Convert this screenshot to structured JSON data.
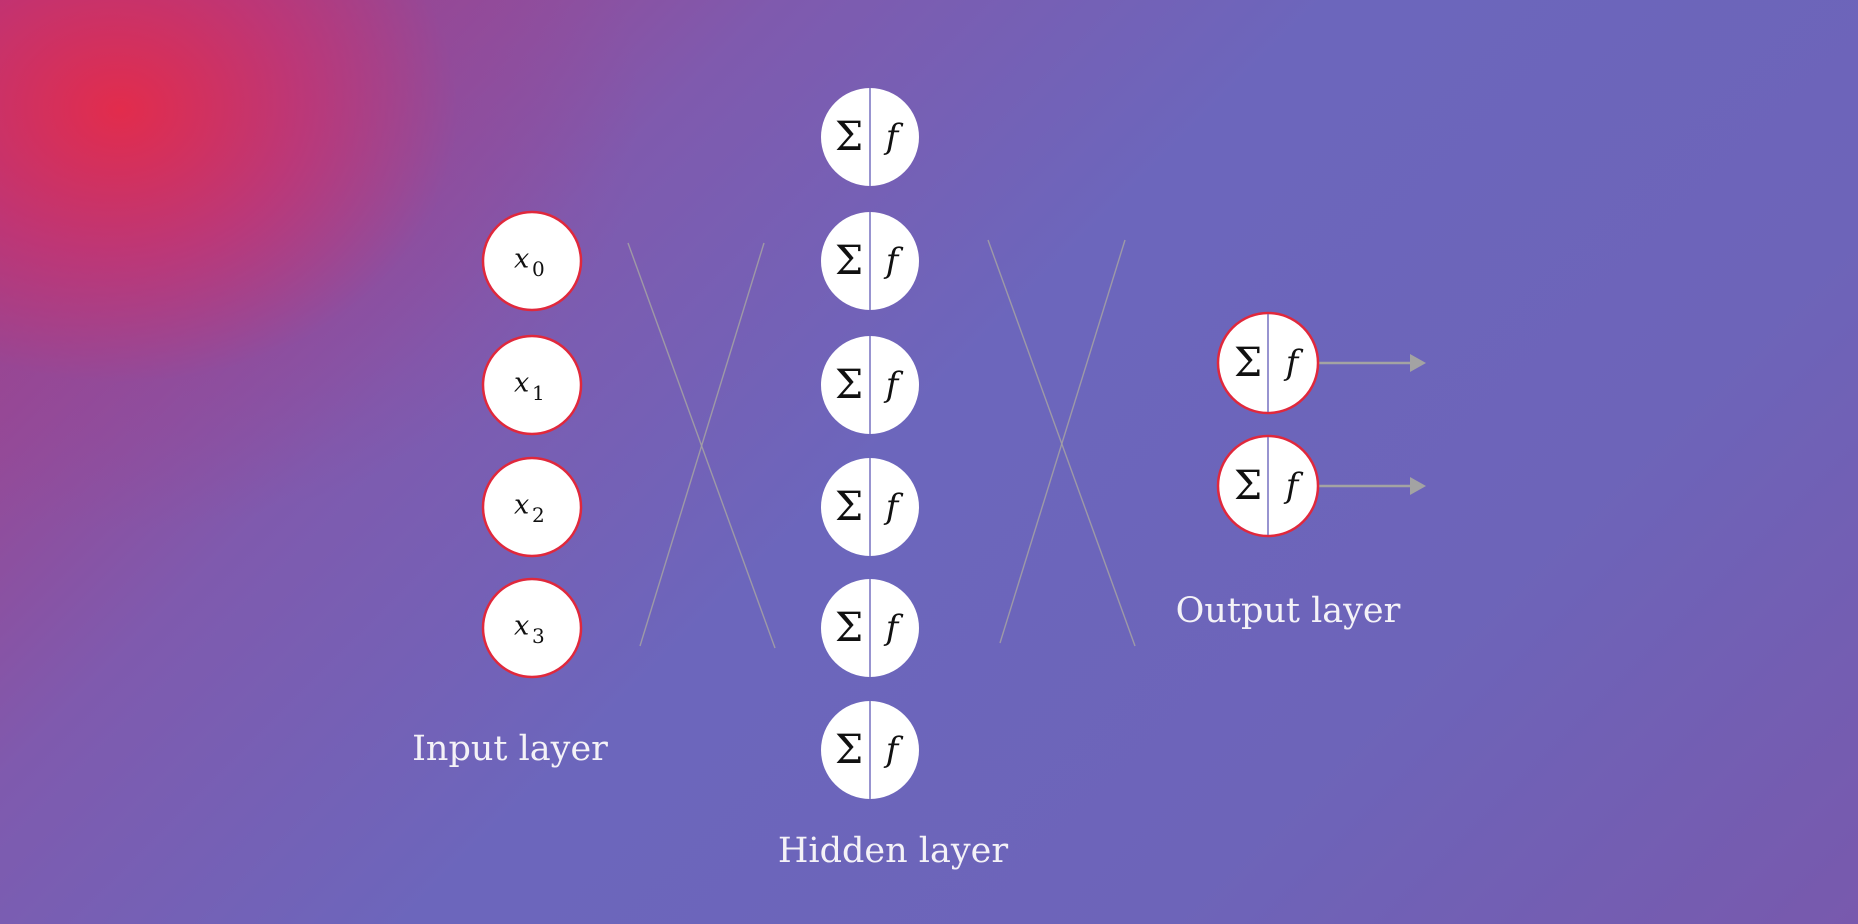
{
  "input_layer": {
    "label": "Input layer",
    "nodes": [
      {
        "var": "x",
        "sub": "0"
      },
      {
        "var": "x",
        "sub": "1"
      },
      {
        "var": "x",
        "sub": "2"
      },
      {
        "var": "x",
        "sub": "3"
      }
    ]
  },
  "hidden_layer": {
    "label": "Hidden layer",
    "node_count": 6,
    "sum_symbol": "Σ",
    "activation_symbol": "f"
  },
  "output_layer": {
    "label": "Output layer",
    "node_count": 2,
    "sum_symbol": "Σ",
    "activation_symbol": "f"
  },
  "colors": {
    "node_fill": "#ffffff",
    "input_output_border": "#e0283c",
    "divider": "#6c66bc",
    "connection_line": "#a6a3a4",
    "label_text": "#f4f2f7"
  }
}
